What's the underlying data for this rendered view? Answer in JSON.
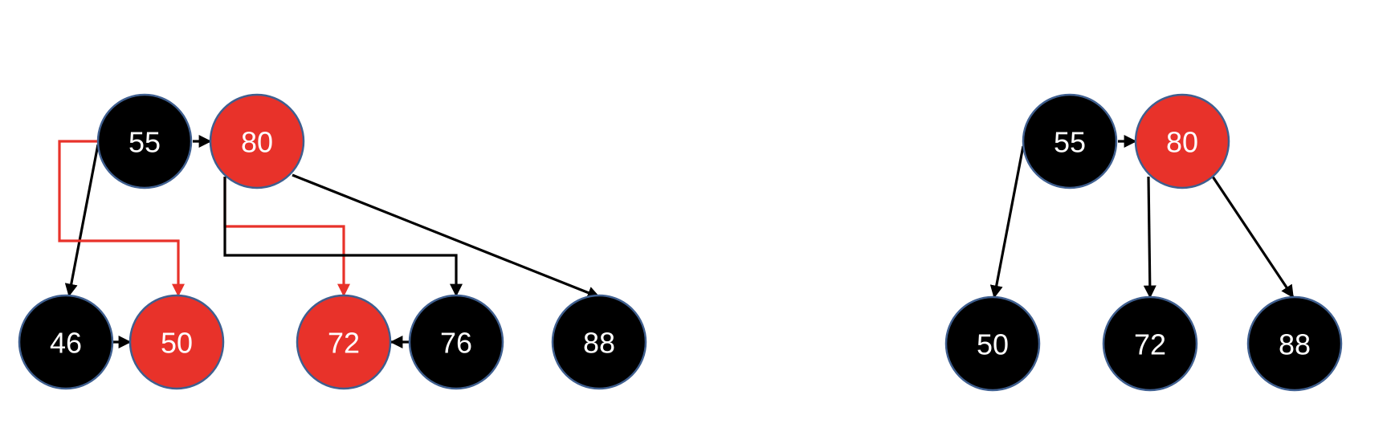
{
  "colors": {
    "black_node": "#000000",
    "red_node": "#e8322a",
    "node_border": "#3f5f8f",
    "black_edge": "#000000",
    "red_edge": "#e8322a",
    "label": "#ffffff"
  },
  "left_tree": {
    "nodes": [
      {
        "id": "n55",
        "label": "55",
        "color": "black"
      },
      {
        "id": "n80",
        "label": "80",
        "color": "red"
      },
      {
        "id": "n46",
        "label": "46",
        "color": "black"
      },
      {
        "id": "n50",
        "label": "50",
        "color": "red"
      },
      {
        "id": "n72",
        "label": "72",
        "color": "red"
      },
      {
        "id": "n76",
        "label": "76",
        "color": "black"
      },
      {
        "id": "n88",
        "label": "88",
        "color": "black"
      }
    ],
    "edges": [
      {
        "from": "n55",
        "to": "n80",
        "color": "black"
      },
      {
        "from": "n46",
        "to": "n50",
        "color": "black"
      },
      {
        "from": "n76",
        "to": "n72",
        "color": "black"
      },
      {
        "from": "n55",
        "to": "n46",
        "color": "black"
      },
      {
        "from": "n55",
        "to": "n50",
        "color": "red"
      },
      {
        "from": "n80",
        "to": "n72",
        "color": "red"
      },
      {
        "from": "n80",
        "to": "n76",
        "color": "black"
      },
      {
        "from": "n80",
        "to": "n88",
        "color": "black"
      }
    ]
  },
  "right_tree": {
    "nodes": [
      {
        "id": "m55",
        "label": "55",
        "color": "black"
      },
      {
        "id": "m80",
        "label": "80",
        "color": "red"
      },
      {
        "id": "m50",
        "label": "50",
        "color": "black"
      },
      {
        "id": "m72",
        "label": "72",
        "color": "black"
      },
      {
        "id": "m88",
        "label": "88",
        "color": "black"
      }
    ],
    "edges": [
      {
        "from": "m55",
        "to": "m80",
        "color": "black"
      },
      {
        "from": "m55",
        "to": "m50",
        "color": "black"
      },
      {
        "from": "m80",
        "to": "m72",
        "color": "black"
      },
      {
        "from": "m80",
        "to": "m88",
        "color": "black"
      }
    ]
  }
}
